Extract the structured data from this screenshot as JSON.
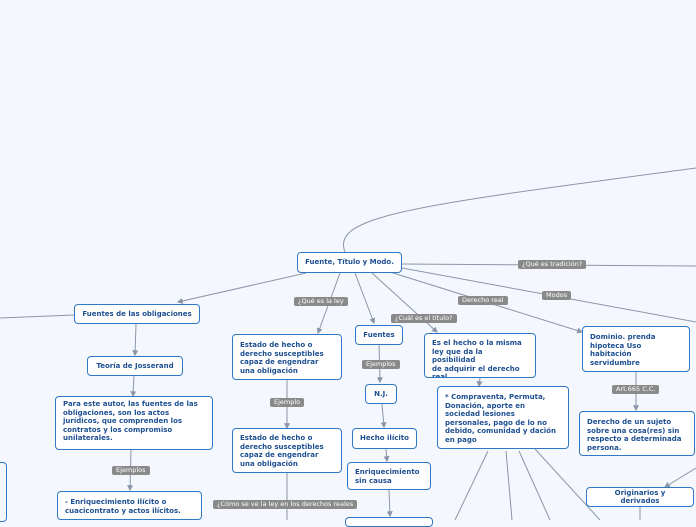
{
  "colors": {
    "background": "#f4f7fd",
    "node_border": "#2f78c4",
    "node_text": "#1d4f91",
    "connector": "#8a96a8",
    "label_bg": "#8a8a8a"
  },
  "nodes": {
    "root": "Fuente, Título y Modo.",
    "fuentes_obligaciones": "Fuentes de las obligaciones",
    "teoria_josserand": "Teoría de Josserand",
    "para_este_autor": "Para este autor, las fuentes de las\nobligaciones, son los actos\njurídicos, que comprenden los\ncontratos y los compromiso\nunilaterales.",
    "enriquecimiento_ilicito": "- Enriquecimiento ilícito o\ncuacicontrato y actos ilícitos.",
    "estado_hecho_1": "Estado de hecho o\nderecho susceptibles\ncapaz de engendrar\nuna obligación",
    "estado_hecho_2": "Estado de hecho o\nderecho  susceptibles\ncapaz de engendrar\nuna obligación",
    "fuentes": "Fuentes",
    "nj": "N.J.",
    "hecho_ilicito": "Hecho ilícito",
    "enriquecimiento_sin_causa": "Enriquecimiento\nsin causa",
    "es_el_hecho": "Es el hecho o la misma\nley que da la posibilidad\nde adquirir el derecho\nreal",
    "compraventa": "* Compraventa, Permuta,\nDonación, aporte en\nsociedad lesiones\npersonales, pago de lo no\ndebido, comunidad y dación\nen pago",
    "dominio": "Dominio. prenda\nhipoteca Uso\nhabitación\nservidumbre",
    "derecho_sujeto": "Derecho de un sujeto\nsobre una cosa(res) sin\nrespecto a determinada\npersona.",
    "originarios": "Originarios y derivados"
  },
  "labels": {
    "que_es_tradicion": "¿Qué es tradición?",
    "que_es_ley": "¿Qué es la ley",
    "cual_es_titulo": "¿Cuál es el título?",
    "derecho_real": "Derecho real",
    "modos": "Modos",
    "ejemplos_fuentes": "Ejemplos",
    "ejemplo": "Ejemplo",
    "art_665": "Art.665 C.C.",
    "ejemplos_josserand": "Ejemplos",
    "como_se_ve": "¿Cómo se ve la ley en los derechos reales"
  }
}
